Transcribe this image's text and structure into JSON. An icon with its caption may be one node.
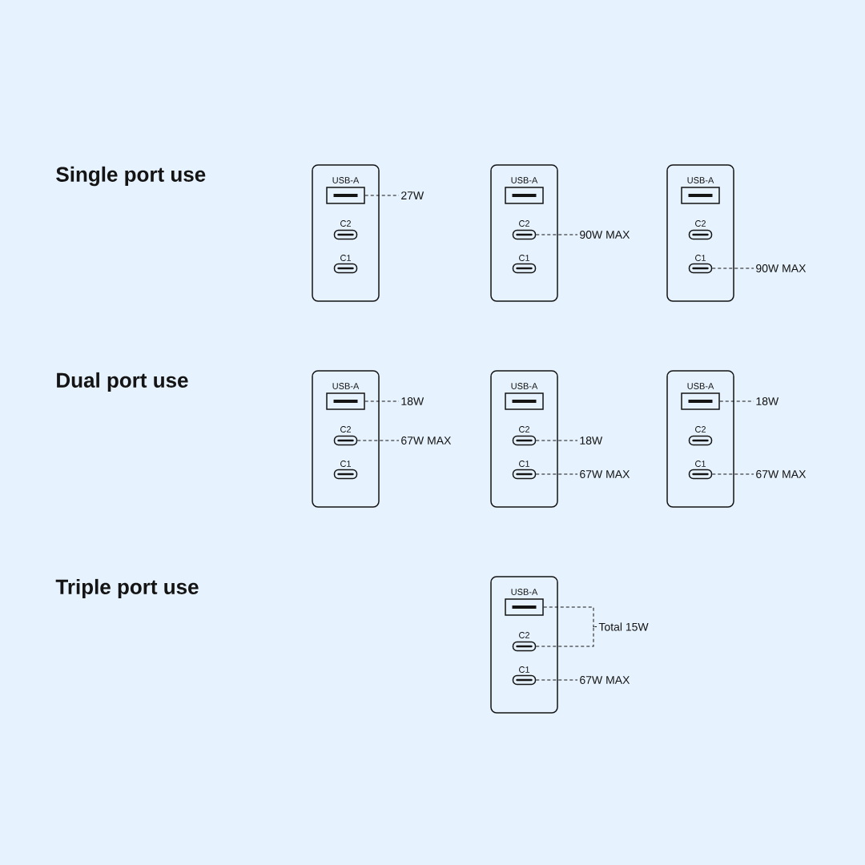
{
  "diagram": {
    "nodes": [
      {
        "text": [
          "USB-A",
          "C2",
          "C1"
        ]
      },
      {
        "text": [],
        "shape": "box",
        "in": 0
      },
      {
        "text": [],
        "shape": "pill",
        "in": 0
      },
      {
        "text": [],
        "shape": "pill",
        "in": 0
      },
      {
        "text": [
          "27W"
        ]
      },
      {
        "text": [
          "USB-A",
          "C2",
          "C1"
        ]
      },
      {
        "text": [],
        "shape": "box",
        "in": 5
      },
      {
        "text": [],
        "shape": "pill",
        "in": 5
      },
      {
        "text": [],
        "shape": "pill",
        "in": 5
      },
      {
        "text": [
          "90W MAX"
        ]
      },
      {
        "text": [
          "USB-A",
          "C2",
          "C1"
        ]
      },
      {
        "text": [],
        "shape": "box",
        "in": 10
      },
      {
        "text": [],
        "shape": "pill",
        "in": 10
      },
      {
        "text": [],
        "shape": "pill",
        "in": 10
      },
      {
        "text": [
          "90W MAX"
        ]
      },
      {
        "text": [
          "USB-A",
          "C2",
          "C1"
        ]
      },
      {
        "text": [],
        "shape": "box",
        "in": 15
      },
      {
        "text": [],
        "shape": "pill",
        "in": 15
      },
      {
        "text": [],
        "shape": "pill",
        "in": 15
      },
      {
        "text": [
          "18W"
        ]
      },
      {
        "text": [
          "67W MAX"
        ]
      },
      {
        "text": [
          "USB-A",
          "C2",
          "C1"
        ]
      },
      {
        "text": [],
        "shape": "box",
        "in": 21
      },
      {
        "text": [],
        "shape": "pill",
        "in": 21
      },
      {
        "text": [],
        "shape": "pill",
        "in": 21
      },
      {
        "text": [
          "18W"
        ]
      },
      {
        "text": [
          "67W MAX"
        ]
      },
      {
        "text": [
          "USB-A",
          "C2",
          "C1"
        ]
      },
      {
        "text": [],
        "shape": "box",
        "in": 27
      },
      {
        "text": [],
        "shape": "pill",
        "in": 27
      },
      {
        "text": [],
        "shape": "pill",
        "in": 27
      },
      {
        "text": [
          "18W"
        ]
      },
      {
        "text": [
          "67W MAX"
        ]
      },
      {
        "text": [
          "USB-A",
          "C2",
          "C1"
        ]
      },
      {
        "text": [],
        "shape": "box",
        "in": 33
      },
      {
        "text": [],
        "shape": "pill",
        "in": 33
      },
      {
        "text": [],
        "shape": "pill",
        "in": 33
      },
      {
        "text": [
          "Total 15W"
        ]
      },
      {
        "text": [
          "67W MAX"
        ]
      }
    ],
    "edges": [
      {
        "from": 4,
        "to": 1,
        "arrow": "none",
        "style": "dashed"
      },
      {
        "from": 9,
        "to": 7,
        "arrow": "none",
        "style": "dashed"
      },
      {
        "from": 14,
        "to": 13,
        "arrow": "none",
        "style": "dashed"
      },
      {
        "from": 19,
        "to": 16,
        "arrow": "none",
        "style": "dashed"
      },
      {
        "from": 20,
        "to": 17,
        "arrow": "none",
        "style": "dashed"
      },
      {
        "from": 25,
        "to": 23,
        "arrow": "none",
        "style": "dashed"
      },
      {
        "from": 26,
        "to": 24,
        "arrow": "none",
        "style": "dashed"
      },
      {
        "from": 31,
        "to": 28,
        "arrow": "none",
        "style": "dashed"
      },
      {
        "from": 32,
        "to": 30,
        "arrow": "none",
        "style": "dashed"
      },
      {
        "from": 37,
        "to": 34,
        "arrow": "none",
        "style": "dashed"
      },
      {
        "from": 37,
        "to": 35,
        "arrow": "none",
        "style": "dashed"
      },
      {
        "from": 38,
        "to": 36,
        "arrow": "none",
        "style": "dashed"
      }
    ],
    "labels": [
      "Single port use",
      "Dual port use",
      "Triple port use"
    ]
  }
}
